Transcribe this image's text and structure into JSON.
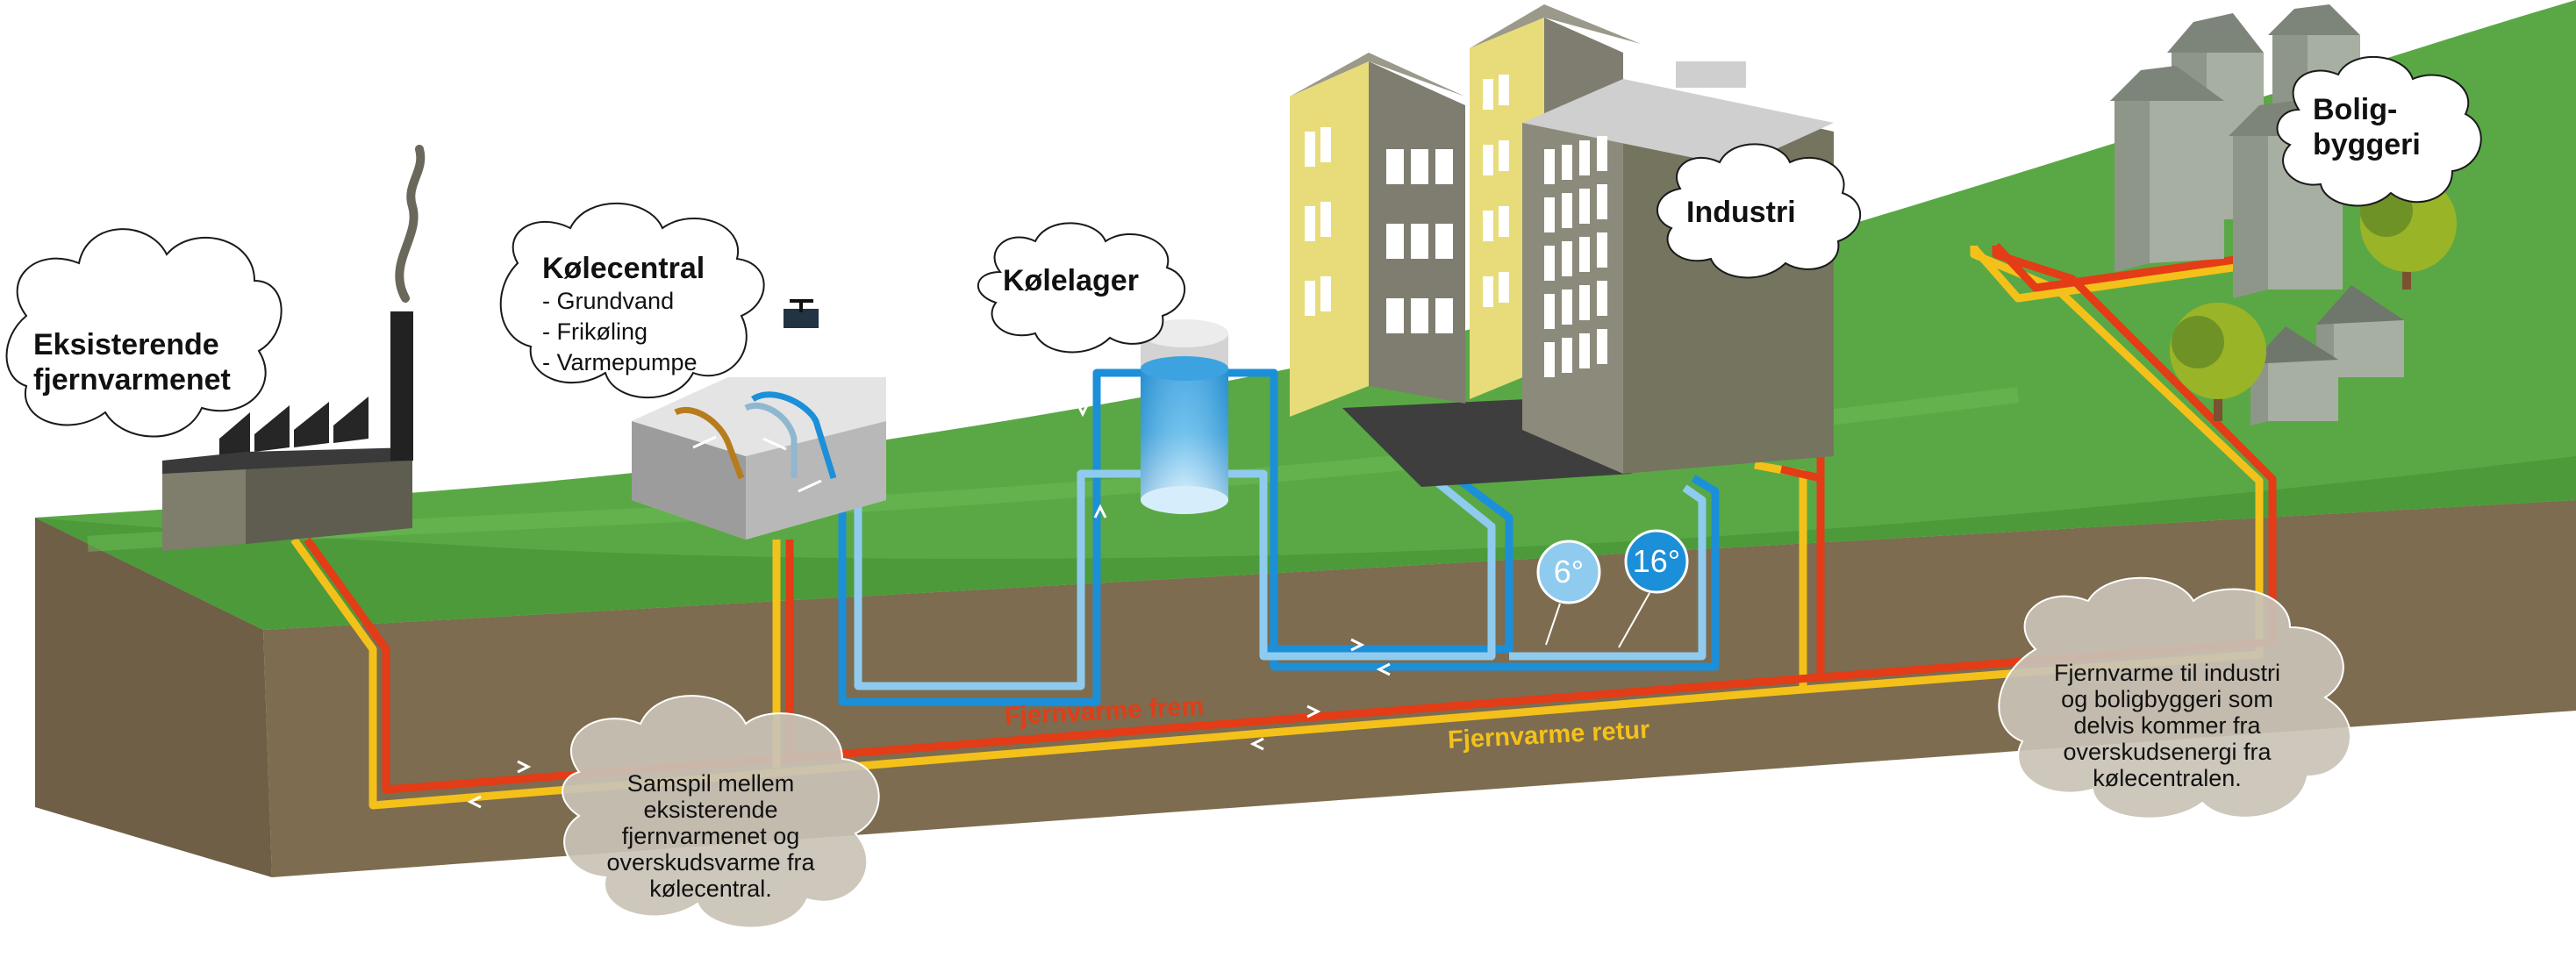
{
  "labels": {
    "existing_network": [
      "Eksisterende",
      "fjernvarmenet"
    ],
    "cooling_central_title": "Kølecentral",
    "cooling_central_items": [
      "- Grundvand",
      "- Frikøling",
      "- Varmepumpe"
    ],
    "cold_storage": "Kølelager",
    "industry": "Industri",
    "housing": [
      "Bolig-",
      "byggeri"
    ]
  },
  "temperatures": {
    "cold": "6°",
    "warm": "16°"
  },
  "pipes": {
    "supply_label": "Fjernvarme frem",
    "return_label": "Fjernvarme retur"
  },
  "notes": {
    "interplay": [
      "Samspil mellem",
      "eksisterende",
      "fjernvarmenet og",
      "overskudsvarme fra",
      "kølecentral."
    ],
    "delivery": [
      "Fjernvarme til industri",
      "og boligbyggeri som",
      "delvis kommer fra",
      "overskudsenergi fra",
      "kølecentralen."
    ]
  },
  "colors": {
    "grass": "#5aa845",
    "soil": "#7a6a4e",
    "supply_pipe": "#e33c16",
    "return_pipe": "#f4c11a",
    "cold_pipe": "#1c8fd9",
    "cool_pipe": "#8fcbee",
    "pale_yellow_building": "#e8dc7a",
    "building_grey": "#8c8b7b"
  }
}
